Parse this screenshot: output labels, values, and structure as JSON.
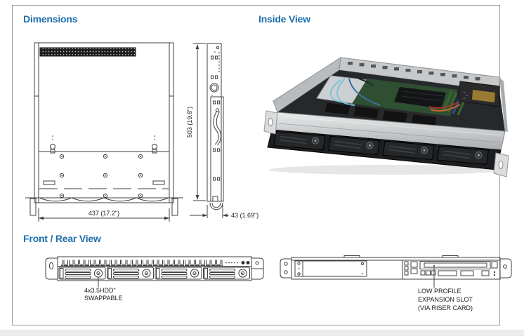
{
  "headings": {
    "dimensions": "Dimensions",
    "inside_view": "Inside View",
    "front_rear": "Front / Rear View"
  },
  "colors": {
    "heading_blue": "#1d6fad",
    "drawing_line": "#3f3f3f"
  },
  "top_view": {
    "width_label": "437 (17.2\")"
  },
  "side_view": {
    "depth_label": "503 (19.8\")",
    "height_label": "43 (1.69\")"
  },
  "front_view": {
    "callout_line1": "4x3.5HDD\"",
    "callout_line2": "SWAPPABLE"
  },
  "rear_view": {
    "callout_line1": "LOW PROFILE",
    "callout_line2": "EXPANSION SLOT",
    "callout_line3": "(VIA RISER CARD)"
  }
}
